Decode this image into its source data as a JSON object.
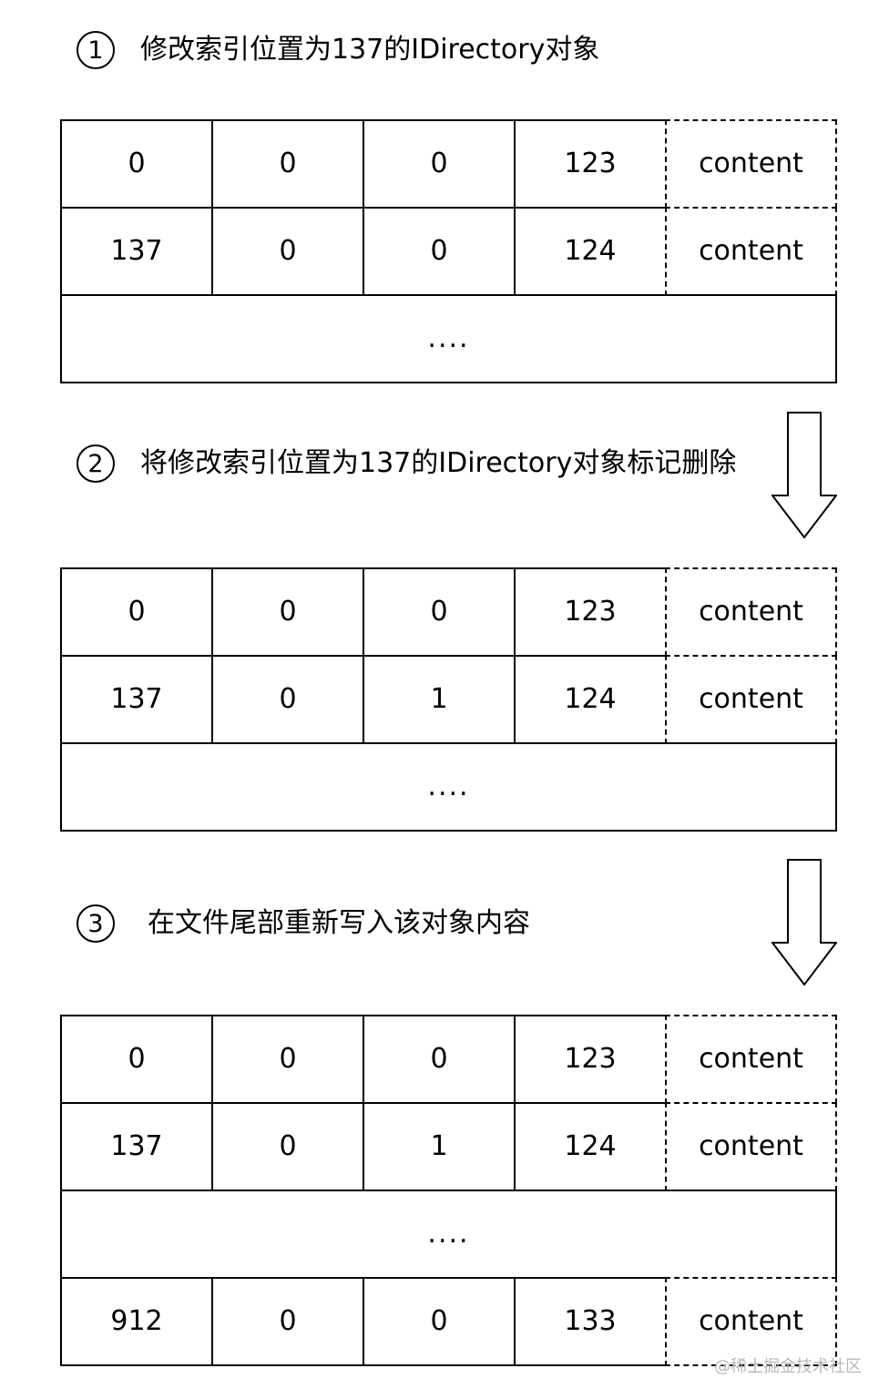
{
  "steps": [
    {
      "number": "1",
      "text": "修改索引位置为137的IDirectory对象"
    },
    {
      "number": "2",
      "text": "将修改索引位置为137的IDirectory对象标记删除"
    },
    {
      "number": "3",
      "text": "在文件尾部重新写入该对象内容"
    }
  ],
  "tables": [
    {
      "rows": [
        [
          "0",
          "0",
          "0",
          "123",
          "content"
        ],
        [
          "137",
          "0",
          "0",
          "124",
          "content"
        ]
      ],
      "ellipsis": "...."
    },
    {
      "rows": [
        [
          "0",
          "0",
          "0",
          "123",
          "content"
        ],
        [
          "137",
          "0",
          "1",
          "124",
          "content"
        ]
      ],
      "ellipsis": "...."
    },
    {
      "rows": [
        [
          "0",
          "0",
          "0",
          "123",
          "content"
        ],
        [
          "137",
          "0",
          "1",
          "124",
          "content"
        ]
      ],
      "ellipsis": "....",
      "extra_row": [
        "912",
        "0",
        "0",
        "133",
        "content"
      ]
    }
  ],
  "watermark": "@稀土掘金技术社区",
  "colors": {
    "stroke": "#000000",
    "background": "#ffffff",
    "watermark": "#b8b8b8"
  }
}
